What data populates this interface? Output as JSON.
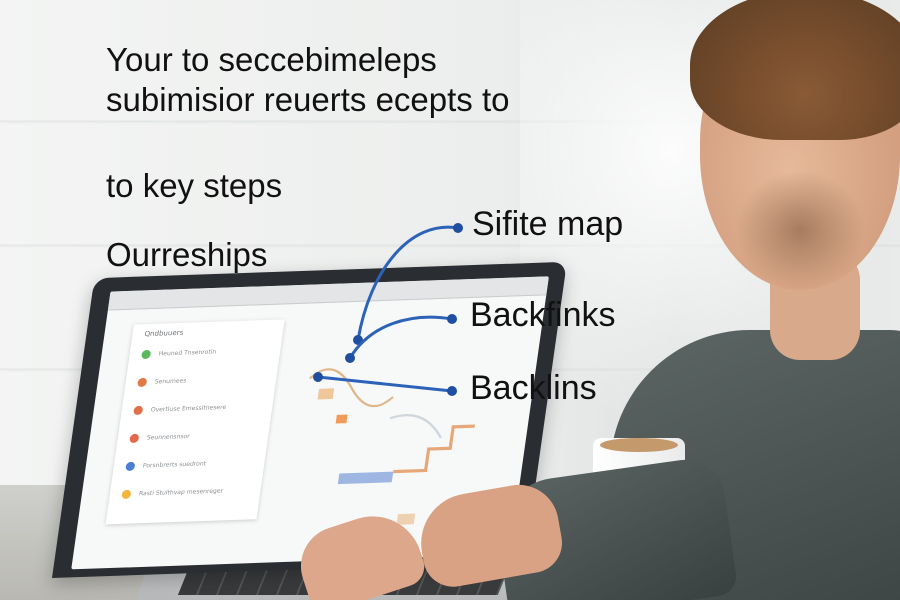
{
  "headline": {
    "lines": [
      "Your to seccebimeleps",
      "subimisior reuerts ecepts to"
    ]
  },
  "subtitle_lines": [
    "to key steps",
    "Ourreships"
  ],
  "callouts": [
    "Sifite map",
    "Backfinks",
    "Backlins"
  ],
  "colors": {
    "callout_line": "#2c63b8",
    "text": "#111111",
    "laptop": "#2a2d31"
  },
  "screen": {
    "panel_title": "Qndbuuers",
    "items": [
      {
        "label": "Heuned Tnsenrotin",
        "color": "#5cb85c"
      },
      {
        "label": "Senumees",
        "color": "#e07a45"
      },
      {
        "label": "Overtluse Emessitnesere",
        "color": "#e0704a"
      },
      {
        "label": "Seunnensnsor",
        "color": "#e06a4a"
      },
      {
        "label": "Porsnbrerts suedront",
        "color": "#4a7fd1"
      },
      {
        "label": "Rasti Stulthvap mesenreger",
        "color": "#f2b43c"
      }
    ]
  }
}
